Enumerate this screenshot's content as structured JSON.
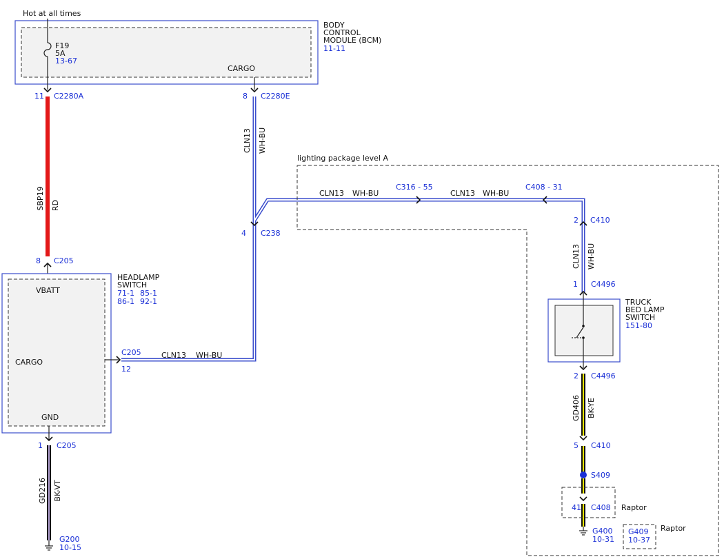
{
  "header": {
    "hot_label": "Hot at all times"
  },
  "bcm": {
    "name_line1": "BODY",
    "name_line2": "CONTROL",
    "name_line3": "MODULE (BCM)",
    "ref": "11-11",
    "fuse_name": "F19",
    "fuse_amp": "5A",
    "fuse_ref": "13-67",
    "pin_label": "CARGO"
  },
  "headlamp": {
    "name_line1": "HEADLAMP",
    "name_line2": "SWITCH",
    "ref_a": "71-1",
    "ref_b": "85-1",
    "ref_c": "86-1",
    "ref_d": "92-1",
    "pin_vbatt": "VBATT",
    "pin_cargo": "CARGO",
    "pin_gnd": "GND"
  },
  "truck_switch": {
    "name_line1": "TRUCK",
    "name_line2": "BED LAMP",
    "name_line3": "SWITCH",
    "ref": "151-80"
  },
  "package": {
    "label": "lighting package level A"
  },
  "connectors": {
    "c2280a_pin": "11",
    "c2280a": "C2280A",
    "c2280e_pin": "8",
    "c2280e": "C2280E",
    "c205_top_pin": "8",
    "c205_top": "C205",
    "c238_pin": "4",
    "c238": "C238",
    "c205_mid": "C205",
    "c205_mid_pin": "12",
    "c205_bot_pin": "1",
    "c205_bot": "C205",
    "c316": "C316 - 55",
    "c408_top": "C408 - 31",
    "c410_top_pin": "2",
    "c410_top": "C410",
    "c4496_top_pin": "1",
    "c4496_top": "C4496",
    "c4496_bot_pin": "2",
    "c4496_bot": "C4496",
    "c410_bot_pin": "5",
    "c410_bot": "C410",
    "s409": "S409",
    "c408_bot_pin": "41",
    "c408_bot": "C408"
  },
  "wires": {
    "sbp19_circuit": "SBP19",
    "sbp19_color": "RD",
    "cln13_circuit": "CLN13",
    "cln13_color": "WH-BU",
    "gd216_circuit": "GD216",
    "gd216_color": "BK-VT",
    "gd406_circuit": "GD406",
    "gd406_color": "BK-YE"
  },
  "grounds": {
    "g200": "G200",
    "g200_ref": "10-15",
    "g400": "G400",
    "g400_ref": "10-31",
    "g409": "G409",
    "g409_ref": "10-37"
  },
  "options": {
    "raptor_a": "Raptor",
    "raptor_b": "Raptor"
  },
  "colors": {
    "red_wire": "#e31818",
    "blue_wire": "#3a4ccc",
    "black_wire": "#111111",
    "yellow_stripe": "#f2e600",
    "violet_stripe": "#b8a6d8",
    "ref_blue": "#1a2fd6"
  }
}
